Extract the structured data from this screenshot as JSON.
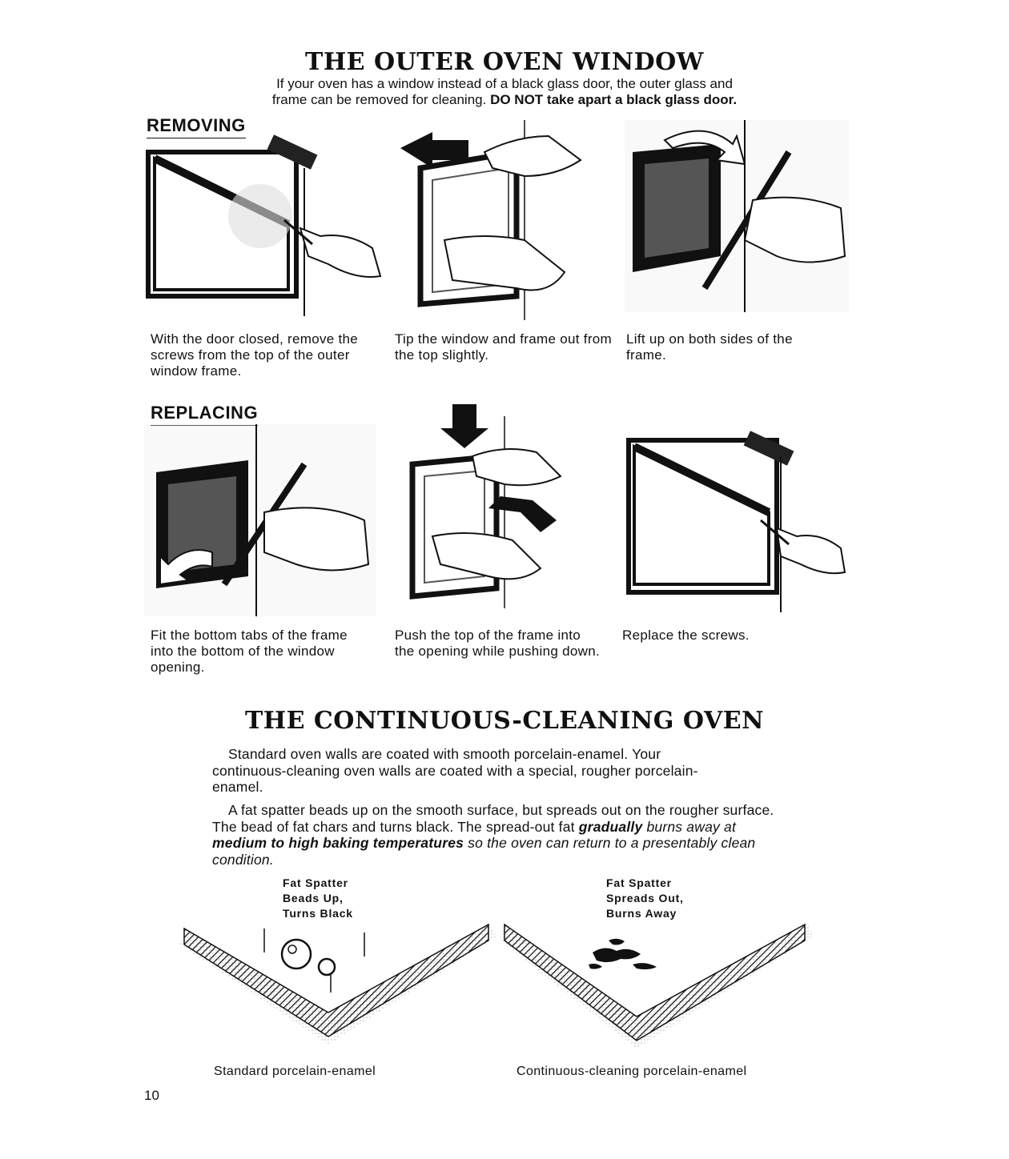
{
  "section1": {
    "title": "THE OUTER OVEN WINDOW",
    "intro_line1": "If your oven has a window instead of a black glass door, the outer glass and",
    "intro_line2_plain": "frame can be removed for cleaning. ",
    "intro_line2_bold": "DO NOT take apart a black glass door.",
    "removing": {
      "heading": "REMOVING",
      "steps": [
        {
          "caption": "With the door closed, remove the screws from the top of the outer window frame."
        },
        {
          "caption": "Tip the window and frame out from the top slightly."
        },
        {
          "caption": "Lift up on both sides of the frame."
        }
      ]
    },
    "replacing": {
      "heading": "REPLACING",
      "steps": [
        {
          "caption": "Fit the bottom tabs of the frame into the bottom of the window opening."
        },
        {
          "caption": "Push the top of the frame into the opening while pushing down."
        },
        {
          "caption": "Replace the screws."
        }
      ]
    }
  },
  "section2": {
    "title": "THE CONTINUOUS-CLEANING OVEN",
    "para1": "Standard oven walls are coated with smooth porcelain-enamel. Your continuous-cleaning oven walls are coated with a special, rougher porcelain-enamel.",
    "para2_a": "A fat spatter beads up on the smooth surface, but spreads out on the rougher surface. The bead of fat chars and turns black. The spread-out fat ",
    "para2_b": "gradually",
    "para2_c": " burns away at ",
    "para2_d": "medium to high baking temperatures",
    "para2_e": " so the oven can return to a presentably clean condition.",
    "diagram_left": {
      "label_l1": "Fat Spatter",
      "label_l2": "Beads Up,",
      "label_l3": "Turns Black",
      "caption": "Standard porcelain-enamel"
    },
    "diagram_right": {
      "label_l1": "Fat Spatter",
      "label_l2": "Spreads Out,",
      "label_l3": "Burns Away",
      "caption": "Continuous-cleaning porcelain-enamel"
    }
  },
  "page_number": "10"
}
